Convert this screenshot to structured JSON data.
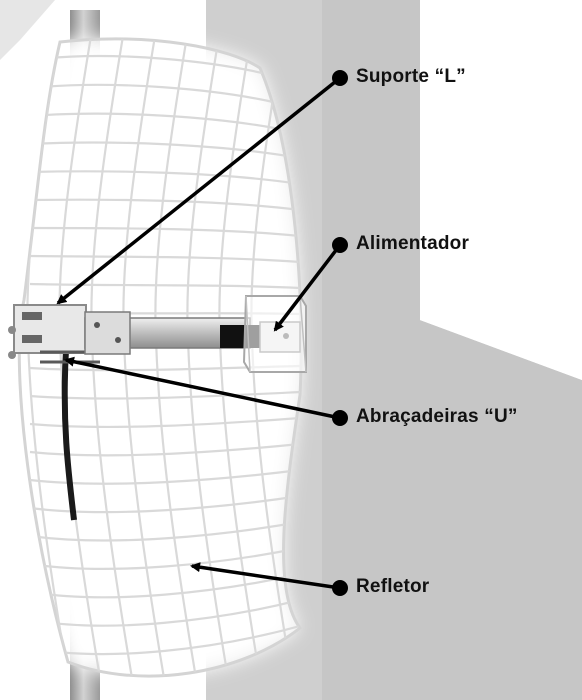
{
  "labels": {
    "suporte": "Suporte “L”",
    "alimentador": "Alimentador",
    "abracadeiras": "Abraçadeiras “U”",
    "refletor": "Refletor"
  },
  "colors": {
    "wall": "#cbcbcb",
    "pole": "#a9a9a9",
    "grid": "#dedede",
    "callout": "#000000"
  },
  "icons": {
    "pointer_tip": "arrowhead",
    "pointer_origin": "dot"
  }
}
